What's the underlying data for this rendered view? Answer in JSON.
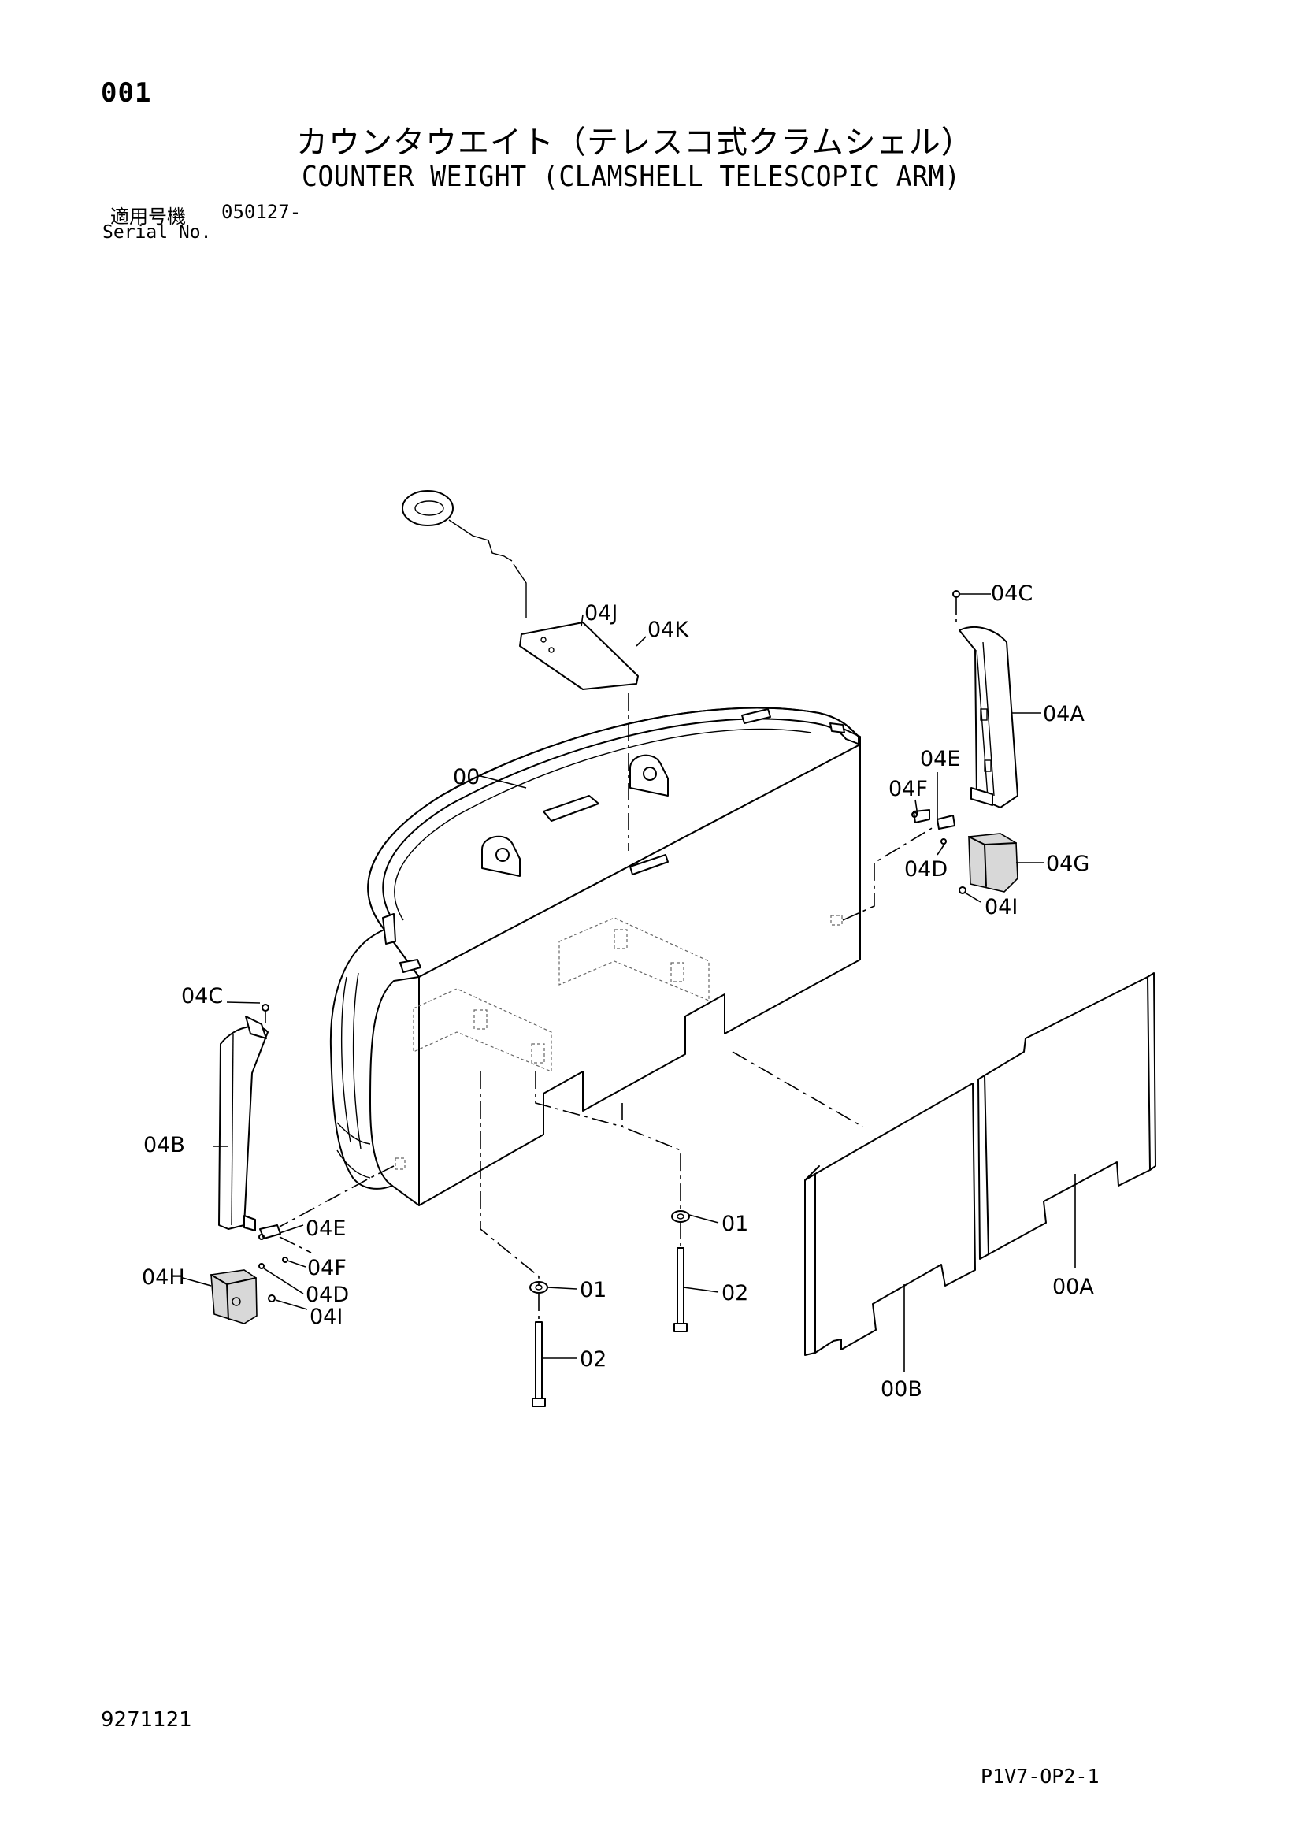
{
  "header": {
    "page_number": "001",
    "title_jp": "カウンタウエイト（テレスコ式クラムシェル）",
    "title_en": "COUNTER WEIGHT (CLAMSHELL TELESCOPIC ARM)",
    "serial_label_jp": "適用号機",
    "serial_value": "050127-",
    "serial_label_en": "Serial No."
  },
  "footer": {
    "doc_code": "9271121",
    "page_code": "P1V7-OP2-1"
  },
  "callouts": {
    "c04J": "04J",
    "c04K": "04K",
    "c04C_top": "04C",
    "c04A": "04A",
    "c04E_top": "04E",
    "c04F_top": "04F",
    "c04D_top": "04D",
    "c04G": "04G",
    "c04I_top": "04I",
    "c00": "00",
    "c04C_left": "04C",
    "c04B": "04B",
    "c04E_left": "04E",
    "c04F_left": "04F",
    "c04D_left": "04D",
    "c04H": "04H",
    "c04I_left": "04I",
    "c01_left": "01",
    "c02_left": "02",
    "c01_right": "01",
    "c02_right": "02",
    "c00A": "00A",
    "c00B": "00B"
  }
}
